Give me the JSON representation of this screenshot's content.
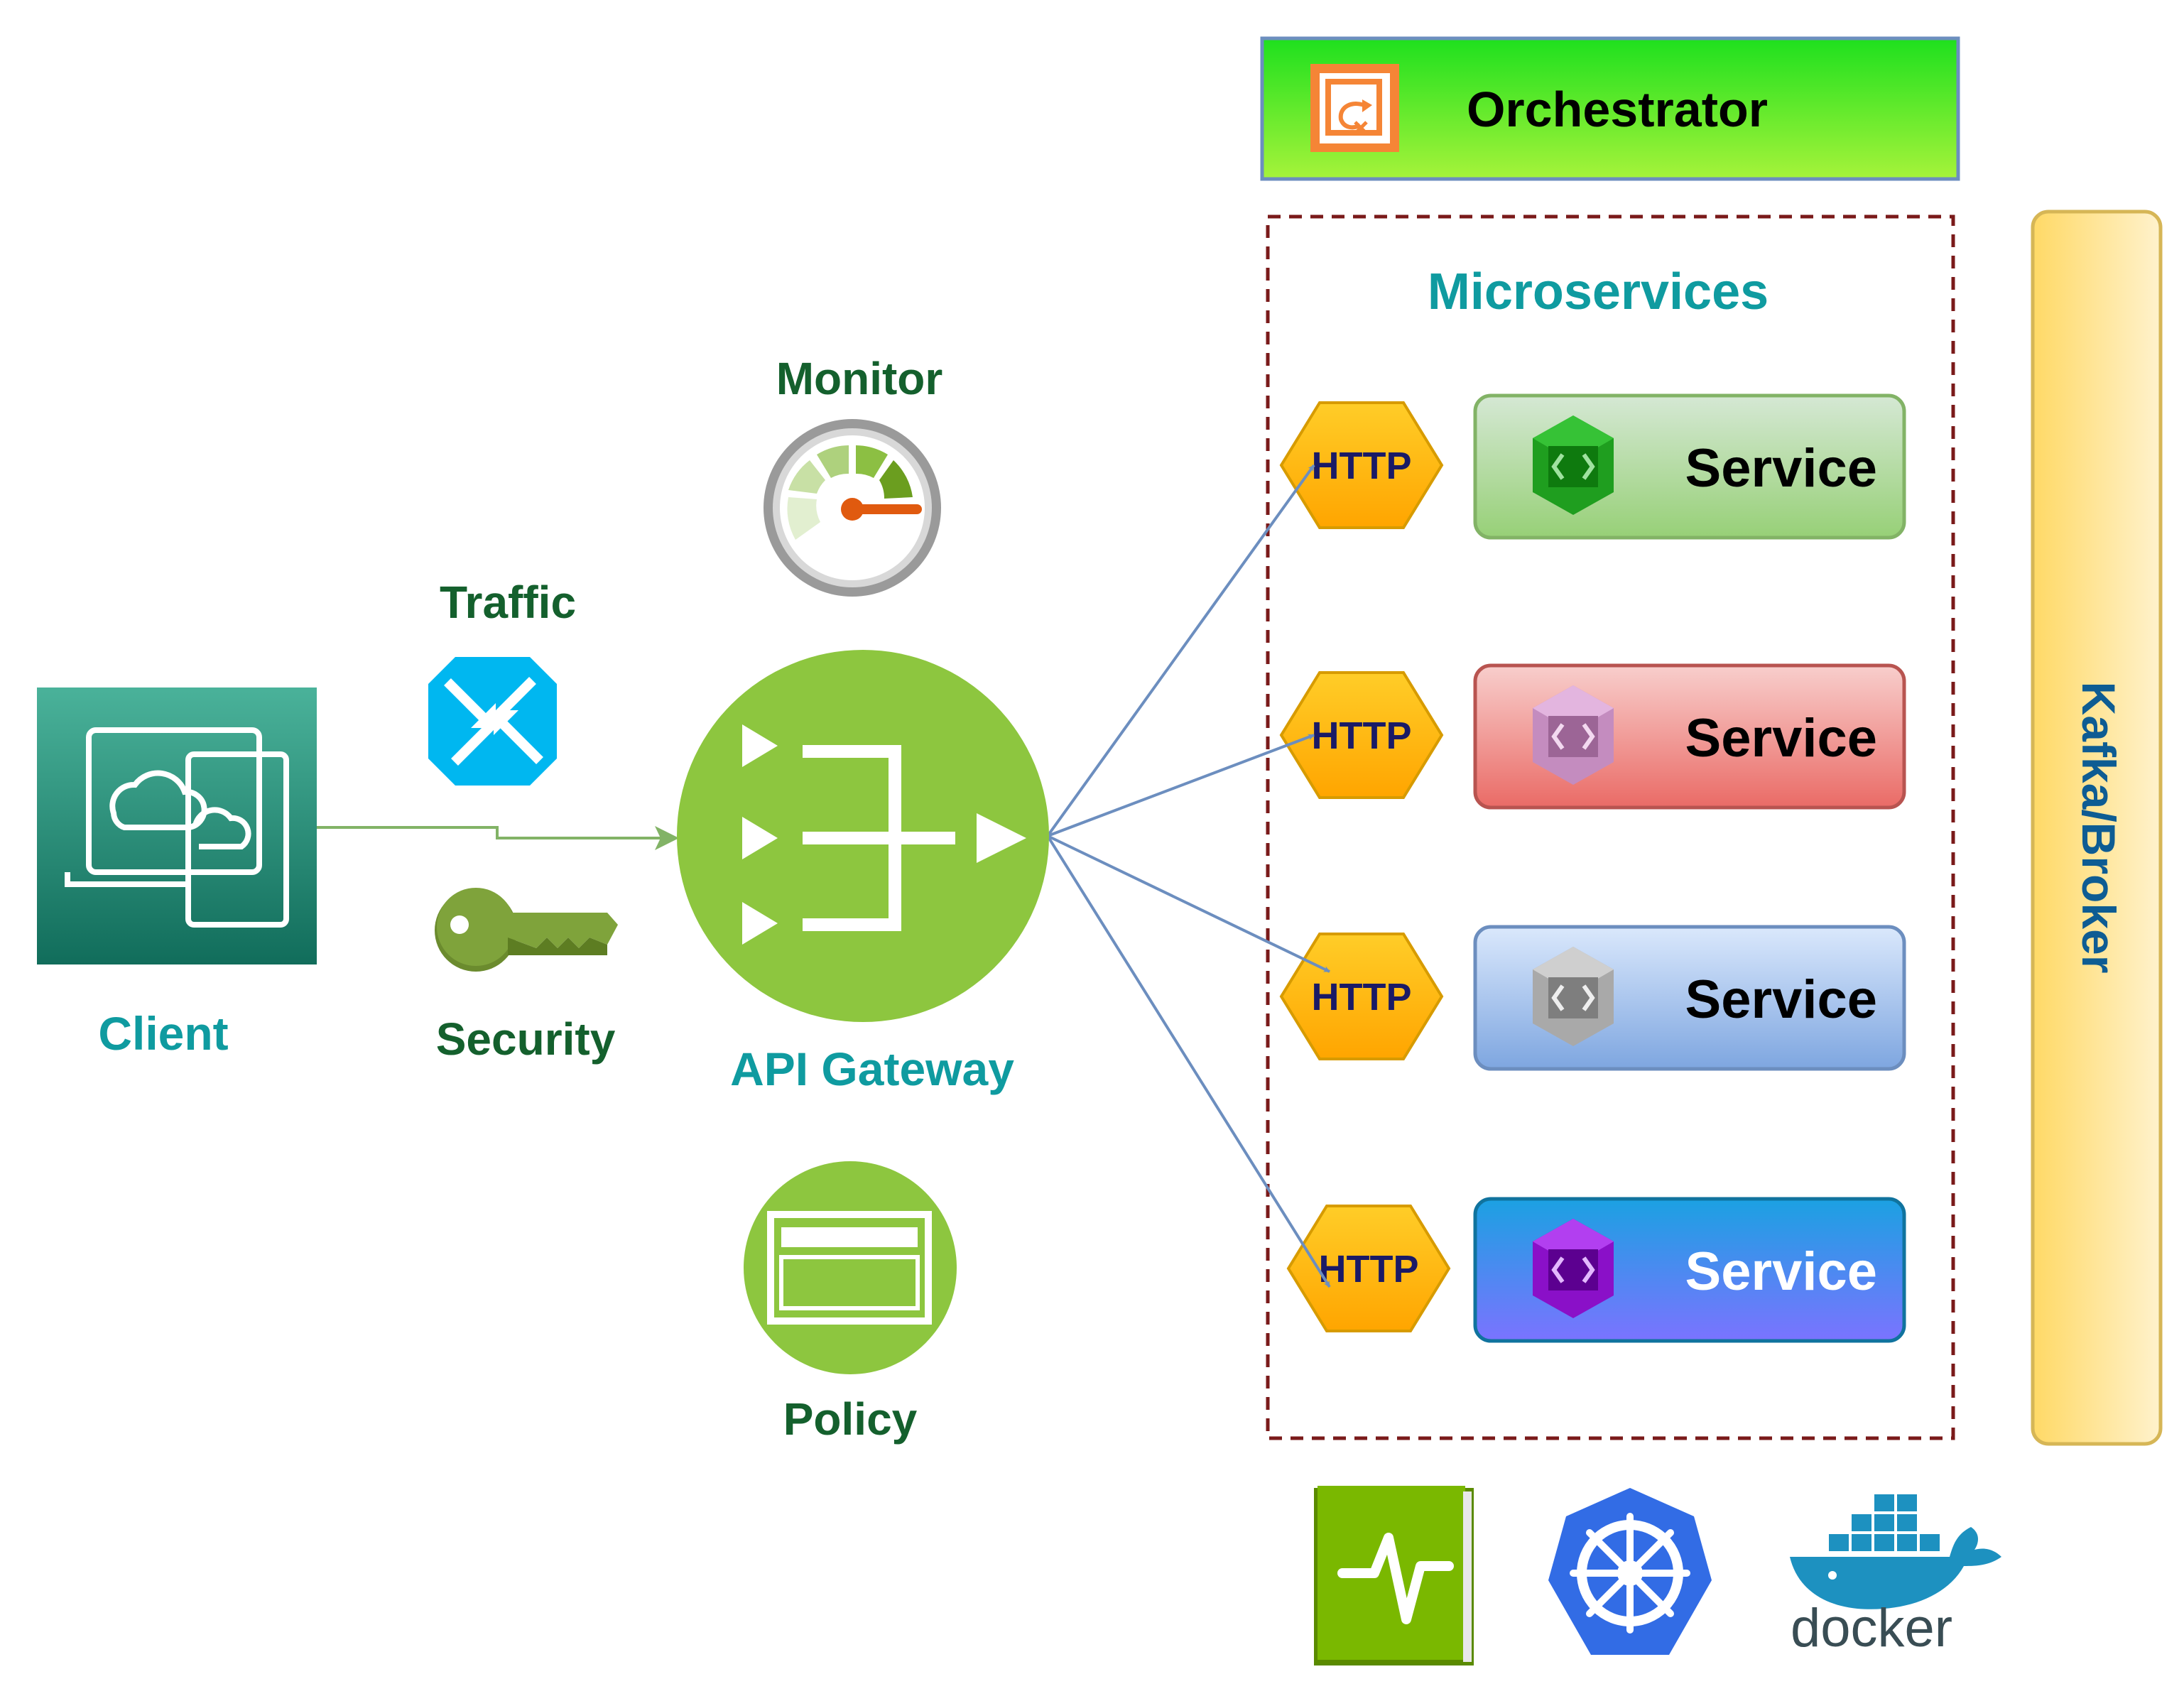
{
  "labels": {
    "client": "Client",
    "traffic": "Traffic",
    "security": "Security",
    "monitor": "Monitor",
    "api_gateway": "API Gateway",
    "policy": "Policy",
    "orchestrator": "Orchestrator",
    "microservices": "Microservices",
    "broker": "Kafka/Broker",
    "docker": "docker"
  },
  "services": [
    {
      "protocol": "HTTP",
      "label": "Service",
      "style": "green"
    },
    {
      "protocol": "HTTP",
      "label": "Service",
      "style": "red"
    },
    {
      "protocol": "HTTP",
      "label": "Service",
      "style": "blue"
    },
    {
      "protocol": "HTTP",
      "label": "Service",
      "style": "purple"
    }
  ],
  "colors": {
    "teal_text": "#0f9ba0",
    "dark_green_text": "#14602d",
    "gateway_green": "#8dc63f",
    "connector_blue": "#6c8ebf",
    "client_link_green": "#82b366",
    "dashed_border": "#7a1a1a",
    "http_orange": "#ffa500"
  },
  "icons": {
    "client": "client-devices-icon",
    "traffic": "traffic-arrows-icon",
    "security": "key-icon",
    "monitor": "gauge-icon",
    "gateway": "merge-arrows-icon",
    "policy": "policy-document-icon",
    "orchestrator": "orchestrator-icon",
    "service": "service-cube-icon",
    "bottom_tools": [
      "health-book-icon",
      "kubernetes-icon",
      "docker-whale-icon"
    ]
  }
}
